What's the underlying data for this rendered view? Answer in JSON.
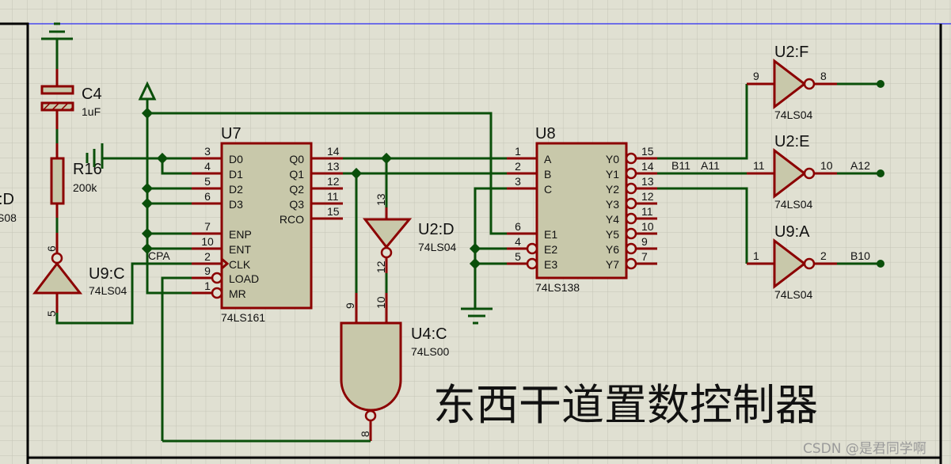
{
  "title": "东西干道置数控制器",
  "watermark": "CSDN @是君同学啊",
  "colors": {
    "wire": "#0a4f0a",
    "pin": "#8b0000",
    "body": "#c8c8aa",
    "background": "#e0e0d2",
    "sheet_border": "#0000ff"
  },
  "partial_left": {
    "ref": ":D",
    "value": "S08"
  },
  "C4": {
    "ref": "C4",
    "value": "1uF"
  },
  "R16": {
    "ref": "R16",
    "value": "200k"
  },
  "U9C": {
    "ref": "U9:C",
    "value": "74LS04",
    "pin_in": "5",
    "pin_out": "6"
  },
  "net_cpa": "CPA",
  "U7": {
    "ref": "U7",
    "value": "74LS161",
    "left": [
      {
        "n": "D0",
        "p": "3"
      },
      {
        "n": "D1",
        "p": "4"
      },
      {
        "n": "D2",
        "p": "5"
      },
      {
        "n": "D3",
        "p": "6"
      },
      {
        "n": "ENP",
        "p": "7"
      },
      {
        "n": "ENT",
        "p": "10"
      },
      {
        "n": "CLK",
        "p": "2"
      },
      {
        "n": "LOAD",
        "p": "9"
      },
      {
        "n": "MR",
        "p": "1"
      }
    ],
    "right": [
      {
        "n": "Q0",
        "p": "14"
      },
      {
        "n": "Q1",
        "p": "13"
      },
      {
        "n": "Q2",
        "p": "12"
      },
      {
        "n": "Q3",
        "p": "11"
      },
      {
        "n": "RCO",
        "p": "15"
      }
    ]
  },
  "U2D": {
    "ref": "U2:D",
    "value": "74LS04",
    "pin_in": "13",
    "pin_out": "12"
  },
  "U4C": {
    "ref": "U4:C",
    "value": "74LS00",
    "pin_a": "9",
    "pin_b": "10",
    "pin_out": "8"
  },
  "U8": {
    "ref": "U8",
    "value": "74LS138",
    "left": [
      {
        "n": "A",
        "p": "1"
      },
      {
        "n": "B",
        "p": "2"
      },
      {
        "n": "C",
        "p": "3"
      },
      {
        "n": "E1",
        "p": "6"
      },
      {
        "n": "E2",
        "p": "4"
      },
      {
        "n": "E3",
        "p": "5"
      }
    ],
    "right": [
      {
        "n": "Y0",
        "p": "15"
      },
      {
        "n": "Y1",
        "p": "14"
      },
      {
        "n": "Y2",
        "p": "13"
      },
      {
        "n": "Y3",
        "p": "12"
      },
      {
        "n": "Y4",
        "p": "11"
      },
      {
        "n": "Y5",
        "p": "10"
      },
      {
        "n": "Y6",
        "p": "9"
      },
      {
        "n": "Y7",
        "p": "7"
      }
    ]
  },
  "net_y1": [
    "B11",
    "A11"
  ],
  "U2F": {
    "ref": "U2:F",
    "value": "74LS04",
    "pin_in": "9",
    "pin_out": "8",
    "net": ""
  },
  "U2E": {
    "ref": "U2:E",
    "value": "74LS04",
    "pin_in": "11",
    "pin_out": "10",
    "net": "A12"
  },
  "U9A": {
    "ref": "U9:A",
    "value": "74LS04",
    "pin_in": "1",
    "pin_out": "2",
    "net": "B10"
  }
}
